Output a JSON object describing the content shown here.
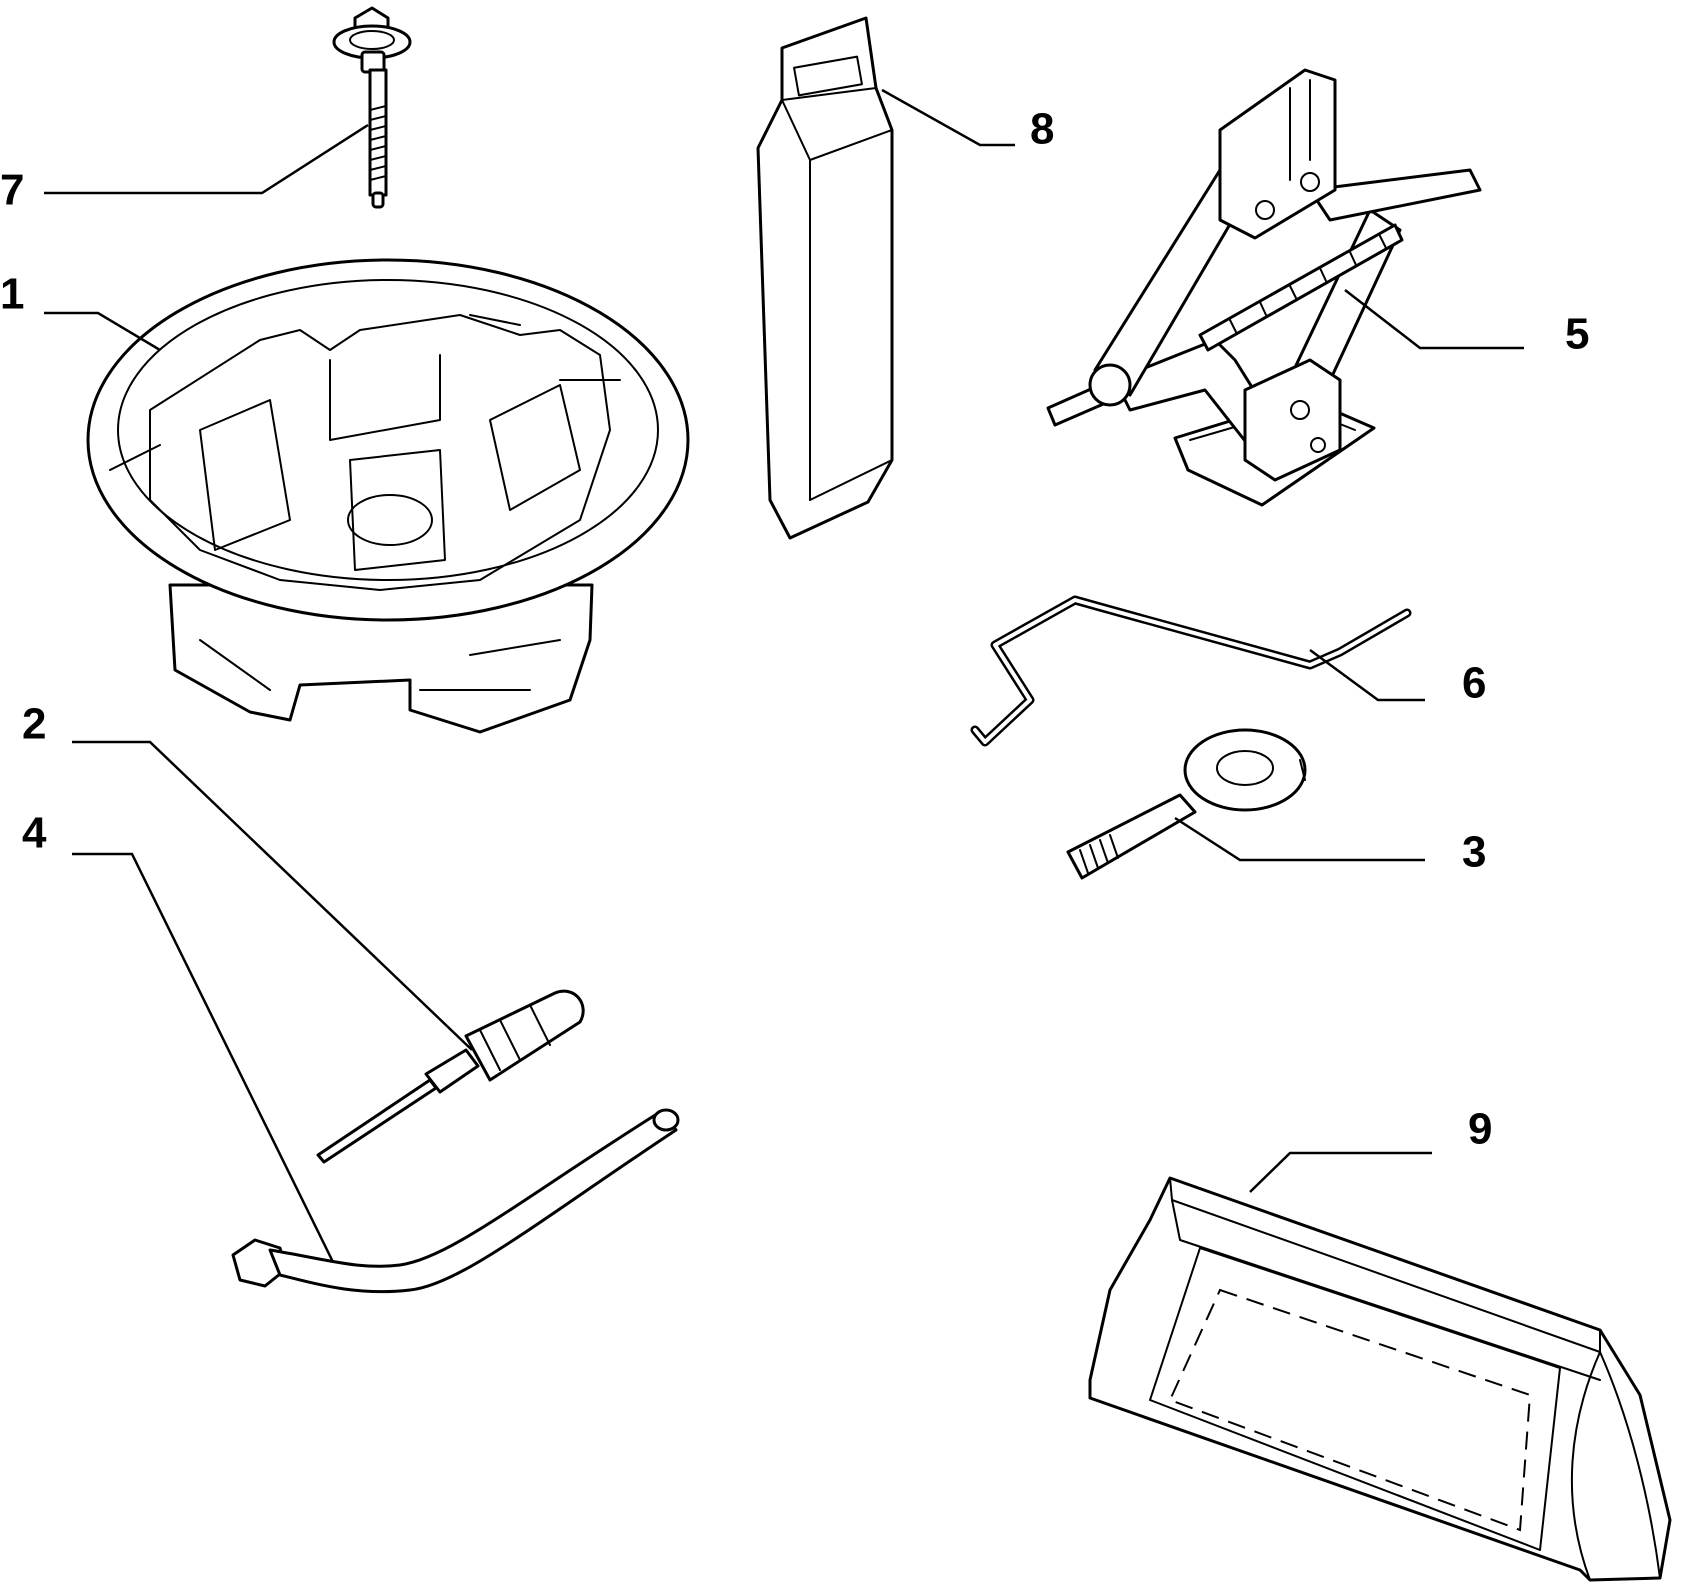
{
  "callouts": [
    {
      "id": "1",
      "label": "1"
    },
    {
      "id": "2",
      "label": "2"
    },
    {
      "id": "3",
      "label": "3"
    },
    {
      "id": "4",
      "label": "4"
    },
    {
      "id": "5",
      "label": "5"
    },
    {
      "id": "6",
      "label": "6"
    },
    {
      "id": "7",
      "label": "7"
    },
    {
      "id": "8",
      "label": "8"
    },
    {
      "id": "9",
      "label": "9"
    }
  ],
  "colors": {
    "line": "#000000",
    "background": "#ffffff"
  },
  "parts": [
    {
      "callout": "1",
      "icon": "spare-wheel-tool-tray-icon"
    },
    {
      "callout": "2",
      "icon": "screwdriver-icon"
    },
    {
      "callout": "3",
      "icon": "towing-eye-icon"
    },
    {
      "callout": "4",
      "icon": "wheel-wrench-icon"
    },
    {
      "callout": "5",
      "icon": "scissor-jack-icon"
    },
    {
      "callout": "6",
      "icon": "hook-rod-icon"
    },
    {
      "callout": "7",
      "icon": "bolt-icon"
    },
    {
      "callout": "8",
      "icon": "flat-tool-strip-icon"
    },
    {
      "callout": "9",
      "icon": "tool-bag-icon"
    }
  ]
}
